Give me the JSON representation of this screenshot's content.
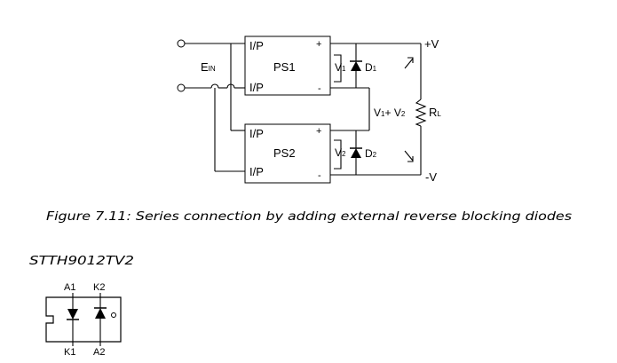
{
  "schematic": {
    "input_label_main": "E",
    "input_label_sub": "IN",
    "ps1": {
      "name": "PS1",
      "ip_top": "I/P",
      "ip_bottom": "I/P",
      "plus": "+",
      "minus": "-"
    },
    "ps2": {
      "name": "PS2",
      "ip_top": "I/P",
      "ip_bottom": "I/P",
      "plus": "+",
      "minus": "-"
    },
    "v1_main": "V",
    "v1_sub": "1",
    "v2_main": "V",
    "v2_sub": "2",
    "d1_main": "D",
    "d1_sub": "1",
    "d2_main": "D",
    "d2_sub": "2",
    "sum_v1_main": "V",
    "sum_v1_sub": "1",
    "sum_plus": "+ ",
    "sum_v2_main": "V",
    "sum_v2_sub": "2",
    "rl_main": "R",
    "rl_sub": "L",
    "out_pos": "+V",
    "out_neg": "-V"
  },
  "caption": "Figure 7.11: Series connection by adding external reverse blocking diodes",
  "part": {
    "number": "STTH9012TV2",
    "pin_a1": "A1",
    "pin_k2": "K2",
    "pin_k1": "K1",
    "pin_a2": "A2"
  }
}
